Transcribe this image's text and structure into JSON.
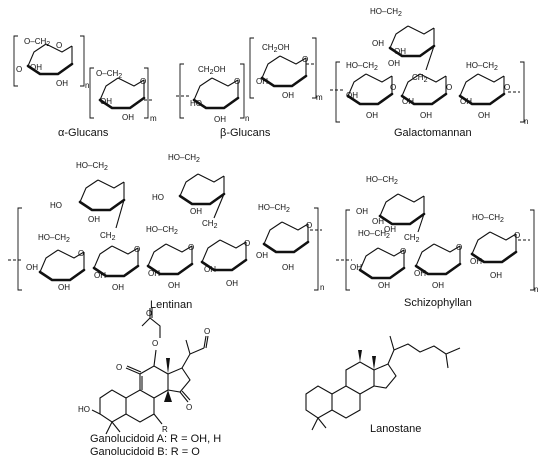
{
  "captions": {
    "alpha_glucans": "α-Glucans",
    "beta_glucans": "β-Glucans",
    "galactomannan": "Galactomannan",
    "lentinan": "Lentinan",
    "schizophyllan": "Schizophyllan",
    "ganolucidoid_a": "Ganolucidoid A: R = OH, H",
    "ganolucidoid_b": "Ganolucidoid B: R = O",
    "lanostane": "Lanostane"
  },
  "atoms": {
    "oh": "OH",
    "o": "O",
    "ch2": "CH",
    "ch2_sub": "2",
    "ho": "HO",
    "r": "R",
    "n": "n",
    "m": "m"
  }
}
